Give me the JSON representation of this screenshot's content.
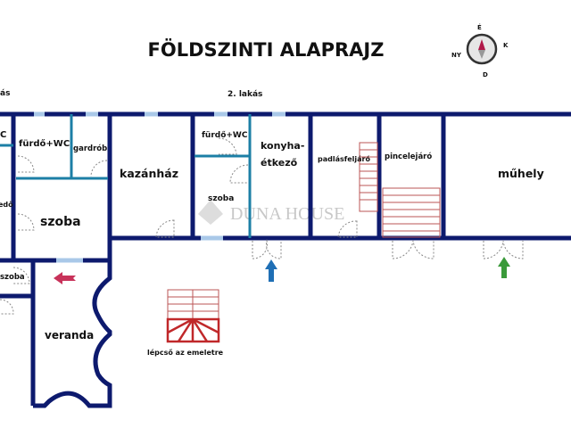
{
  "title": "FÖLDSZINTI ALAPRAJZ",
  "compass": {
    "north": "É",
    "east": "K",
    "west": "NY",
    "south": "D"
  },
  "apartments": {
    "first_partial": "ás",
    "second": "2. lakás"
  },
  "rooms": {
    "wc_partial": "C",
    "bath1": "fürdő+WC",
    "wardrobe": "gardrób",
    "room_partial": "edő",
    "room1": "szoba",
    "boiler": "kazánház",
    "bath2": "fürdő+WC",
    "room2": "szoba",
    "kitchen_line1": "konyha-",
    "kitchen_line2": "étkező",
    "attic_stairs": "padlásfeljáró",
    "cellar_stairs": "pincelejáró",
    "workshop": "műhely",
    "room3": "szoba",
    "veranda": "veranda",
    "stairs_up": "lépcső az emeletre"
  },
  "watermark": "DUNA HOUSE",
  "colors": {
    "wall": "#0d1a6e",
    "inner_wall": "#1c7fa6",
    "window": "#a9c8e8",
    "arrow_pink": "#c8325a",
    "arrow_blue": "#1f6fb5",
    "arrow_green": "#3a9a3a",
    "stairs": "#c0282a"
  }
}
